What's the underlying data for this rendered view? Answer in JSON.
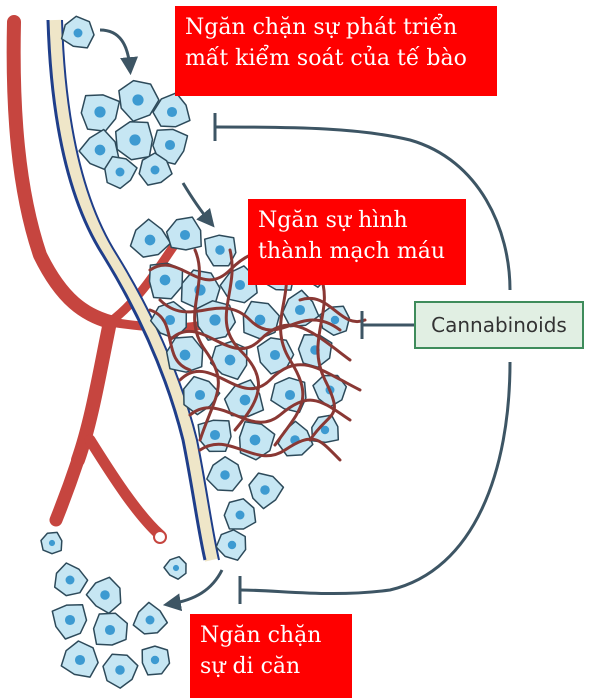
{
  "labels": {
    "growth": [
      "Ngăn chặn sự phát triển",
      "mất kiểm soát của tế bào"
    ],
    "angiogenesis": [
      "Ngăn sự hình",
      "thành mạch máu"
    ],
    "metastasis": [
      "Ngăn chặn",
      "sự di căn"
    ],
    "agent": "Cannabinoids"
  },
  "colors": {
    "label_bg": "#ff0000",
    "label_text": "#ffffff",
    "agent_bg": "#e1efe3",
    "agent_border": "#3e8c5b",
    "inhibit_line": "#3d5564",
    "vessel": "#c6453f",
    "cell_fill": "#c6e6f3",
    "nucleus": "#3d9ad1",
    "capillary": "#8a3834",
    "membrane": "#1f3e8a"
  }
}
